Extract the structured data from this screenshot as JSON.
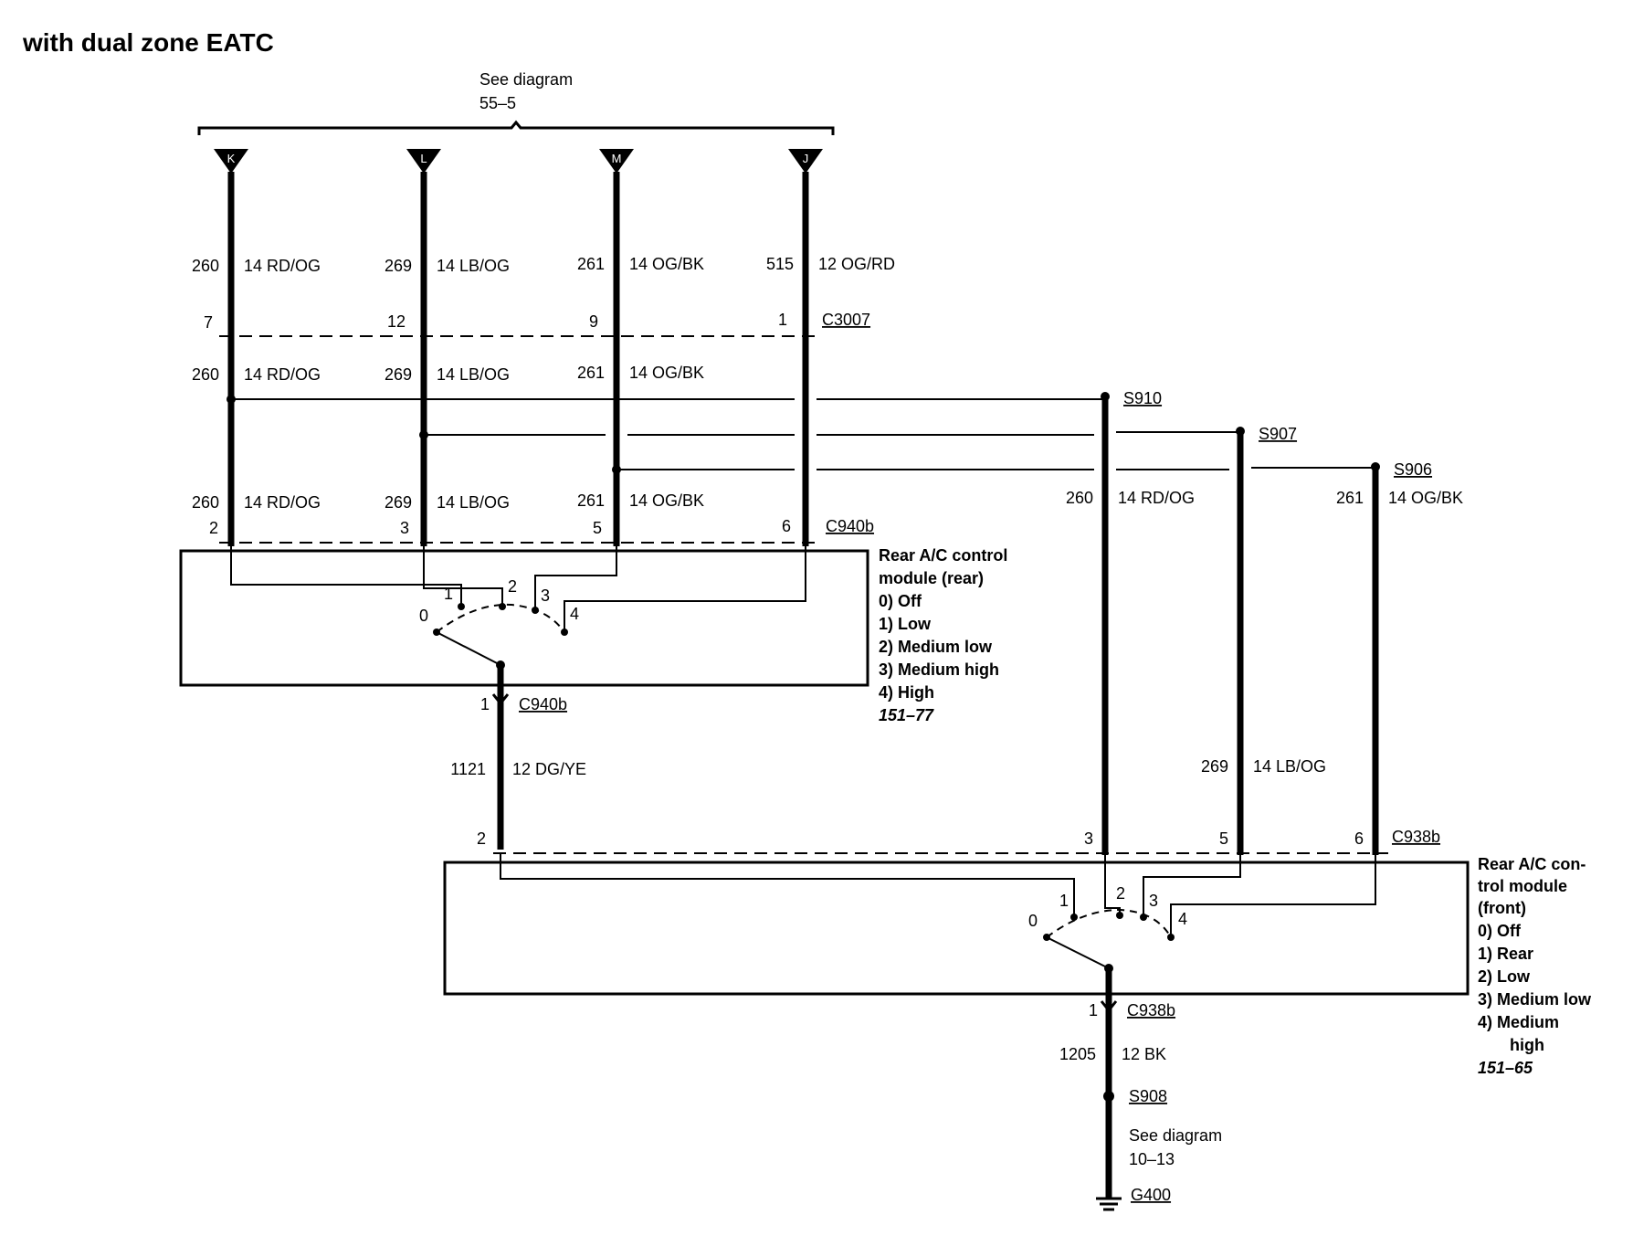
{
  "title": "with dual zone EATC",
  "top_ref": {
    "line1": "See diagram",
    "line2": "55–5"
  },
  "pins": [
    "K",
    "L",
    "M",
    "J"
  ],
  "upper_wires": [
    {
      "circuit": "260",
      "gauge_color": "14 RD/OG"
    },
    {
      "circuit": "269",
      "gauge_color": "14 LB/OG"
    },
    {
      "circuit": "261",
      "gauge_color": "14 OG/BK"
    },
    {
      "circuit": "515",
      "gauge_color": "12 OG/RD"
    }
  ],
  "c3007": {
    "name": "C3007",
    "pins": [
      "7",
      "12",
      "9",
      "1"
    ]
  },
  "mid_wires": [
    {
      "circuit": "260",
      "gauge_color": "14 RD/OG"
    },
    {
      "circuit": "269",
      "gauge_color": "14 LB/OG"
    },
    {
      "circuit": "261",
      "gauge_color": "14 OG/BK"
    }
  ],
  "lower_wires": [
    {
      "circuit": "260",
      "gauge_color": "14 RD/OG"
    },
    {
      "circuit": "269",
      "gauge_color": "14 LB/OG"
    },
    {
      "circuit": "261",
      "gauge_color": "14 OG/BK"
    }
  ],
  "c940b_top": {
    "name": "C940b",
    "pins": [
      "2",
      "3",
      "5",
      "6"
    ]
  },
  "splices": [
    "S910",
    "S907",
    "S906"
  ],
  "right_wires": [
    {
      "circuit": "260",
      "gauge_color": "14 RD/OG"
    },
    {
      "circuit": "269",
      "gauge_color": "14 LB/OG"
    },
    {
      "circuit": "261",
      "gauge_color": "14 OG/BK"
    }
  ],
  "rear_module": {
    "title1": "Rear A/C control",
    "title2": "module (rear)",
    "positions": [
      "0)  Off",
      "1)  Low",
      "2)  Medium low",
      "3)  Medium high",
      "4)  High"
    ],
    "ref": "151–77",
    "switch_labels": [
      "0",
      "1",
      "2",
      "3",
      "4"
    ]
  },
  "c940b_bottom": {
    "pin": "1",
    "name": "C940b"
  },
  "mid_link": {
    "circuit": "1121",
    "gauge_color": "12 DG/YE"
  },
  "c938b_top": {
    "name": "C938b",
    "pins": [
      "2",
      "3",
      "5",
      "6"
    ]
  },
  "front_module": {
    "title1": "Rear A/C con-",
    "title2": "trol module",
    "title3": "(front)",
    "positions": [
      "0)  Off",
      "1)  Rear",
      "2)  Low",
      "3)  Medium low",
      "4)  Medium",
      "high"
    ],
    "ref": "151–65",
    "switch_labels": [
      "0",
      "1",
      "2",
      "3",
      "4"
    ]
  },
  "c938b_bottom": {
    "pin": "1",
    "name": "C938b"
  },
  "ground_wire": {
    "circuit": "1205",
    "gauge_color": "12 BK"
  },
  "s908": "S908",
  "ground_ref": {
    "line1": "See diagram",
    "line2": "10–13"
  },
  "ground": "G400"
}
